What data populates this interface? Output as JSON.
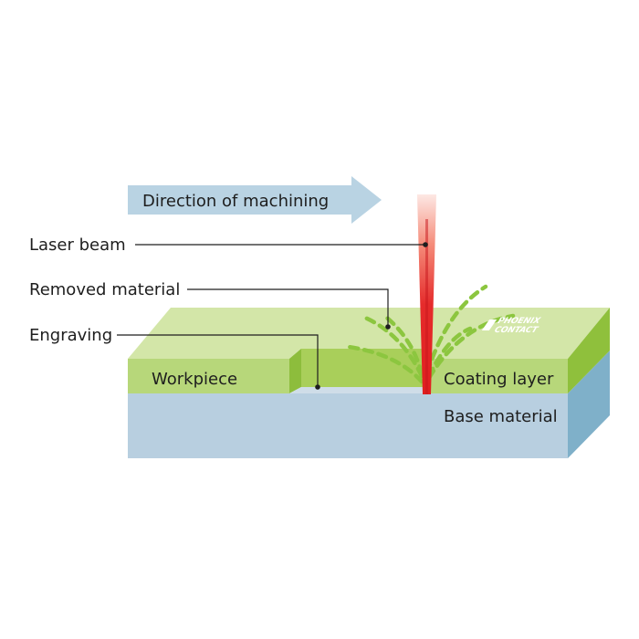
{
  "diagram": {
    "direction_label": "Direction of machining",
    "labels": {
      "laser_beam": "Laser beam",
      "removed_material": "Removed material",
      "engraving": "Engraving",
      "workpiece": "Workpiece",
      "coating_layer": "Coating layer",
      "base_material": "Base material"
    },
    "logo": {
      "line1": "PHOENIX",
      "line2": "CONTACT"
    },
    "colors": {
      "coating_top": "#d3e6a8",
      "coating_front": "#b7d77a",
      "coating_side": "#8fc03c",
      "groove_wall": "#97c746",
      "base_front": "#b8cfe0",
      "base_side": "#7fb0c9",
      "arrow": "#b9d3e3",
      "laser": "#e52b2b",
      "particles": "#8cc63f"
    }
  }
}
